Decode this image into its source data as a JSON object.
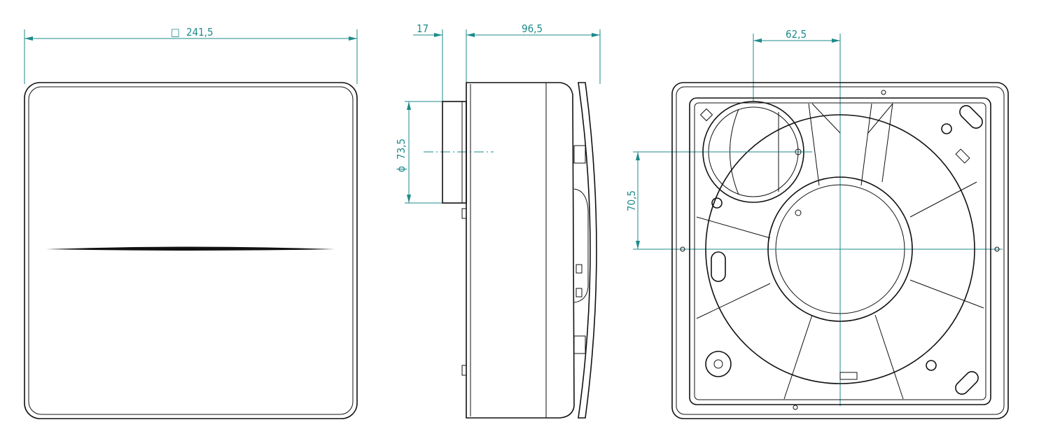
{
  "front_view": {
    "square_symbol": "□",
    "width_dimension": "241,5"
  },
  "side_view": {
    "spigot_length": "17",
    "depth_dimension": "96,5",
    "diameter_symbol": "ϕ",
    "diameter_value": "73,5"
  },
  "rear_view": {
    "horizontal_offset": "62,5",
    "vertical_offset": "70,5"
  },
  "colors": {
    "dimension": "#1e8a8a",
    "outline": "#111111"
  }
}
